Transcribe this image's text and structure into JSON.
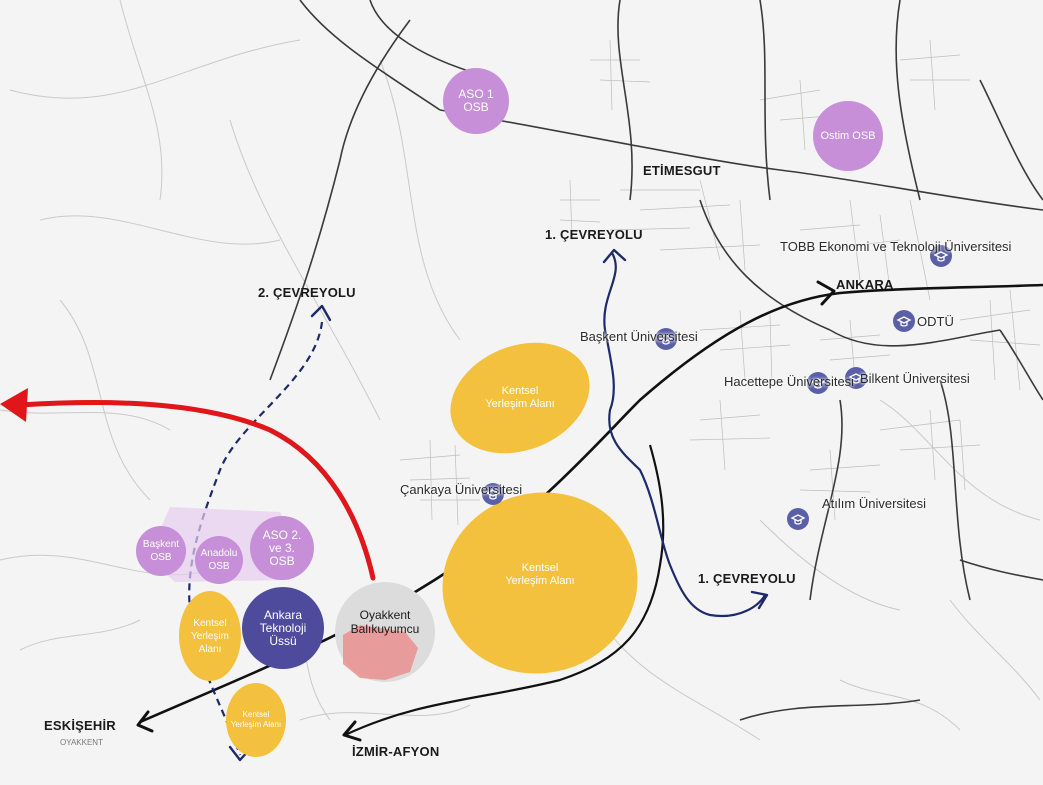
{
  "colors": {
    "background": "#f4f4f4",
    "road_minor": "#c9c9c9",
    "road_major": "#3a3a3a",
    "highway": "#111111",
    "ring_road": "#1d2a6b",
    "arrow_red": "#e0161b",
    "osb_purple": "#c68fd8",
    "tech_purple": "#4e4a9c",
    "settlement_yellow": "#f3c13e",
    "site_red": "#e98f8f",
    "site_grey": "#dcdcdc",
    "uni_icon": "#5b5fa8"
  },
  "place_labels": {
    "etimesgut": "ETİMESGUT",
    "ankara": "ANKARA",
    "ring1_north": "1. ÇEVREYOLU",
    "ring1_south": "1. ÇEVREYOLU",
    "ring2": "2. ÇEVREYOLU",
    "eskisehir": "ESKİŞEHİR",
    "izmir_afyon": "İZMİR-AFYON",
    "oyakkent_caption": "OYAKKENT"
  },
  "universities": {
    "tobb": "TOBB Ekonomi ve Teknoloji Üniversitesi",
    "odtu": "ODTÜ",
    "baskent": "Başkent Üniversitesi",
    "hacettepe": "Hacettepe Üniversitesi",
    "bilkent": "Bilkent Üniversitesi",
    "cankaya": "Çankaya Üniversitesi",
    "atilim": "Atılım Üniversitesi"
  },
  "zones": {
    "aso1": "ASO 1 OSB",
    "ostim": "Ostim OSB",
    "baskent_osb": "Başkent OSB",
    "anadolu_osb": "Anadolu OSB",
    "aso23": "ASO 2. ve 3. OSB",
    "ankara_tech": "Ankara Teknoloji Üssü",
    "kentsel_1": "Kentsel Yerleşim Alanı",
    "kentsel_2": "Kentsel Yerleşim Alanı",
    "kentsel_3": "Kentsel Yerleşim Alanı",
    "kentsel_4": "Kentsel Yerleşim Alanı",
    "oyakkent": "Oyakkent Balıkuyumcu"
  },
  "icons": {
    "university": "graduation-cap-icon",
    "arrow": "chevron-arrow-icon"
  }
}
